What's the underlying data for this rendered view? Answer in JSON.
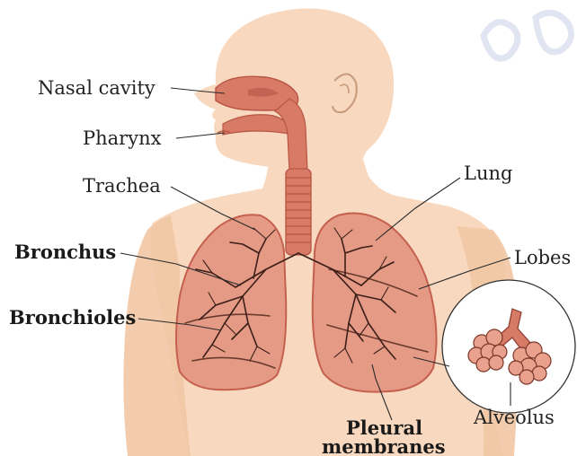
{
  "diagram": {
    "labels": {
      "nasal_cavity": "Nasal cavity",
      "pharynx": "Pharynx",
      "trachea": "Trachea",
      "bronchus": "Bronchus",
      "bronchioles": "Bronchioles",
      "lung": "Lung",
      "lobes": "Lobes",
      "alveolus": "Alveolus",
      "pleural_line1": "Pleural",
      "pleural_line2": "membranes"
    },
    "colors": {
      "skin": "#f8d9bf",
      "skin_shade": "#f1c6a3",
      "lung_fill": "#e59a85",
      "lung_edge": "#c5604f",
      "airway": "#d77a66",
      "airway_dark": "#b85544",
      "watermark": "#c9cfe6"
    }
  }
}
